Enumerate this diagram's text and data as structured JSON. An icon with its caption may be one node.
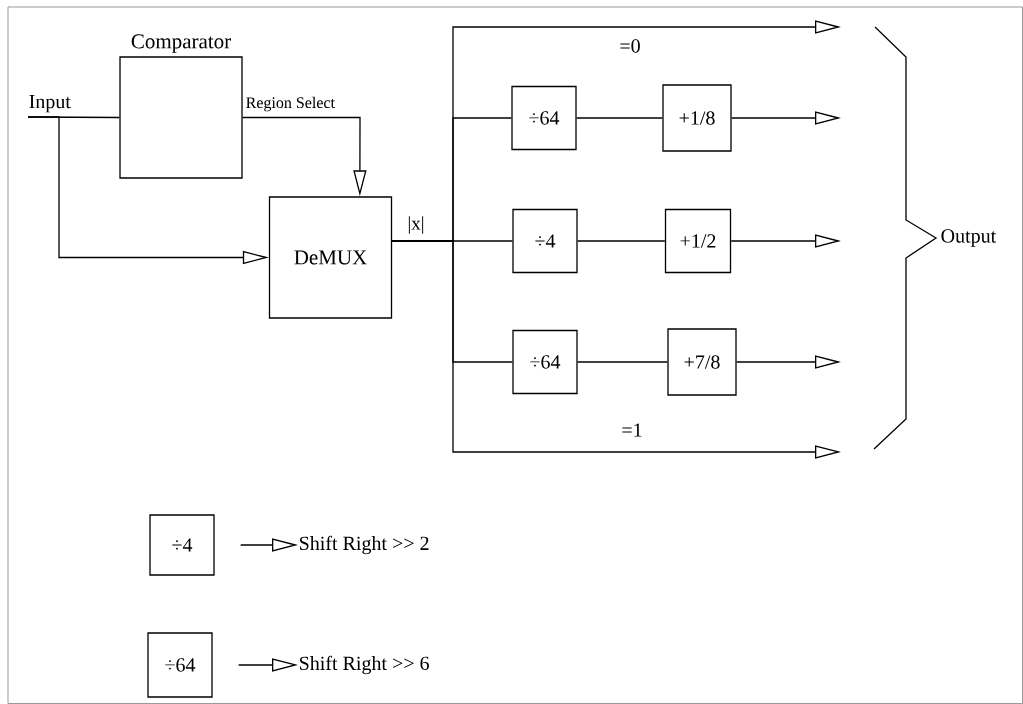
{
  "diagram": {
    "nodes": [
      {
        "text": [
          "Input"
        ]
      },
      {
        "text": [
          "Comparator"
        ]
      },
      {
        "text": [
          "DeMUX"
        ]
      },
      {
        "text": [
          "÷64"
        ]
      },
      {
        "text": [
          "+1/8"
        ]
      },
      {
        "text": [
          "÷4"
        ]
      },
      {
        "text": [
          "+1/2"
        ]
      },
      {
        "text": [
          "÷64"
        ]
      },
      {
        "text": [
          "+7/8"
        ]
      },
      {
        "text": [
          "÷4"
        ]
      },
      {
        "text": [
          "Shift Right >> 2"
        ]
      },
      {
        "text": [
          "÷64"
        ]
      },
      {
        "text": [
          "Shift Right >> 6"
        ]
      }
    ],
    "edges": [
      {
        "from": 0,
        "to": 1,
        "arrow": "none"
      },
      {
        "from": 0,
        "to": 2,
        "arrow": "to"
      },
      {
        "from": 1,
        "to": 2,
        "arrow": "to",
        "label": "Region Select"
      },
      {
        "from": 2,
        "to": null,
        "arrow": "to",
        "label": "=0"
      },
      {
        "from": 2,
        "to": 3,
        "arrow": "none"
      },
      {
        "from": 3,
        "to": 4,
        "arrow": "none"
      },
      {
        "from": 4,
        "to": null,
        "arrow": "to"
      },
      {
        "from": 2,
        "to": 5,
        "arrow": "none"
      },
      {
        "from": 5,
        "to": 6,
        "arrow": "none"
      },
      {
        "from": 6,
        "to": null,
        "arrow": "to"
      },
      {
        "from": 2,
        "to": 7,
        "arrow": "none"
      },
      {
        "from": 7,
        "to": 8,
        "arrow": "none"
      },
      {
        "from": 8,
        "to": null,
        "arrow": "to"
      },
      {
        "from": 2,
        "to": null,
        "arrow": "to",
        "label": "=1"
      },
      {
        "from": 9,
        "to": 10,
        "arrow": "to"
      },
      {
        "from": 11,
        "to": 12,
        "arrow": "to"
      }
    ],
    "labels": [
      "|x|",
      "Output"
    ]
  }
}
